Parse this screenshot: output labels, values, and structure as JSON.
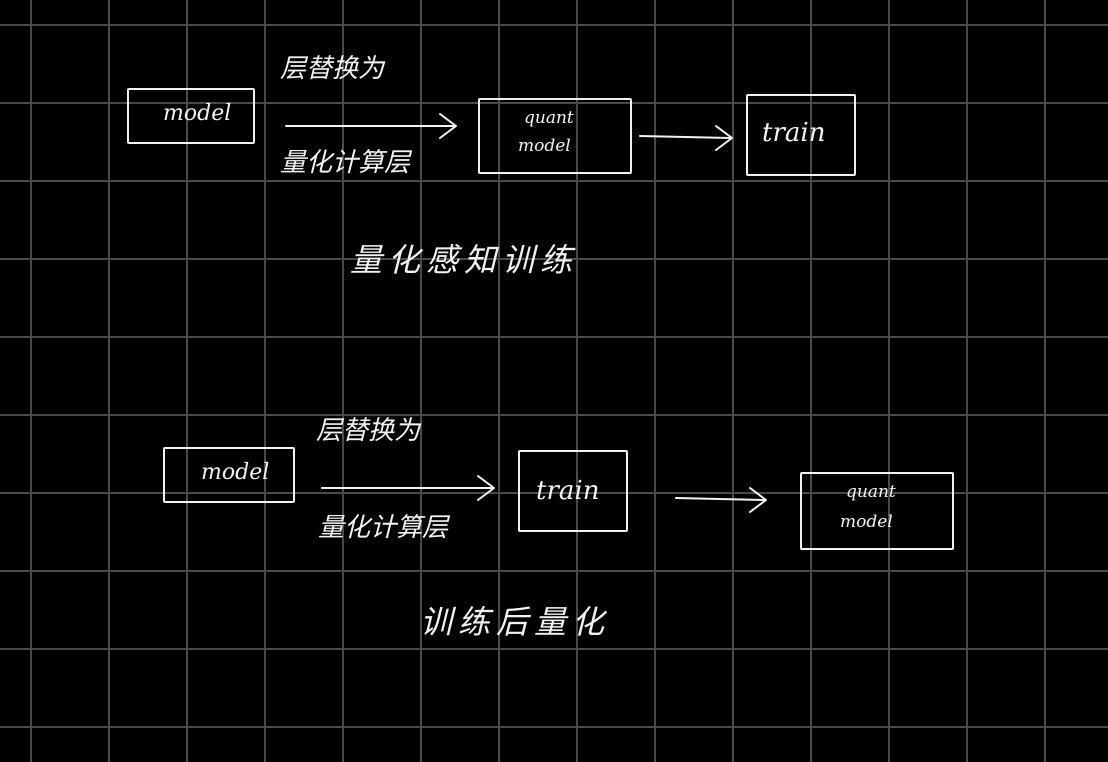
{
  "diagrams": [
    {
      "source_box": "model",
      "arrow_label_top": "层替换为",
      "arrow_label_bottom": "量化计算层",
      "middle_box": {
        "line1": "quant",
        "line2": "model"
      },
      "target_box": "train",
      "caption": "量化感知训练"
    },
    {
      "source_box": "model",
      "arrow_label_top": "层替换为",
      "arrow_label_bottom": "量化计算层",
      "middle_box": "train",
      "target_box": {
        "line1": "quant",
        "line2": "model"
      },
      "caption": "训练后量化"
    }
  ],
  "colors": {
    "background": "#000000",
    "grid": "#4a4a4a",
    "ink": "#f2f2f2"
  }
}
